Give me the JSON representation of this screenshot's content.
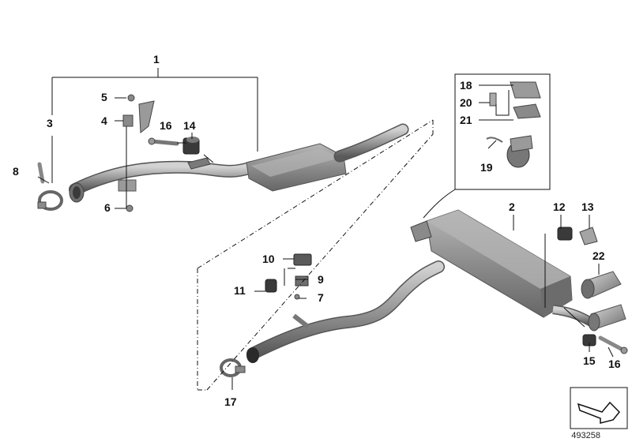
{
  "colors": {
    "part_fill": "#8f8f8f",
    "part_light": "#c4c4c4",
    "part_dark": "#5e5e5e",
    "line": "#111111"
  },
  "labels": {
    "p1": "1",
    "p2": "2",
    "p3": "3",
    "p4": "4",
    "p5": "5",
    "p6": "6",
    "p7": "7",
    "p8": "8",
    "p9": "9",
    "p10": "10",
    "p11": "11",
    "p12": "12",
    "p13": "13",
    "p14": "14",
    "p15": "15",
    "p16a": "16",
    "p16b": "16",
    "p17": "17",
    "p18": "18",
    "p19": "19",
    "p20": "20",
    "p21": "21",
    "p22": "22"
  },
  "diagram_id": "493258",
  "icons": {
    "corner": "navigation-arrow-icon"
  }
}
